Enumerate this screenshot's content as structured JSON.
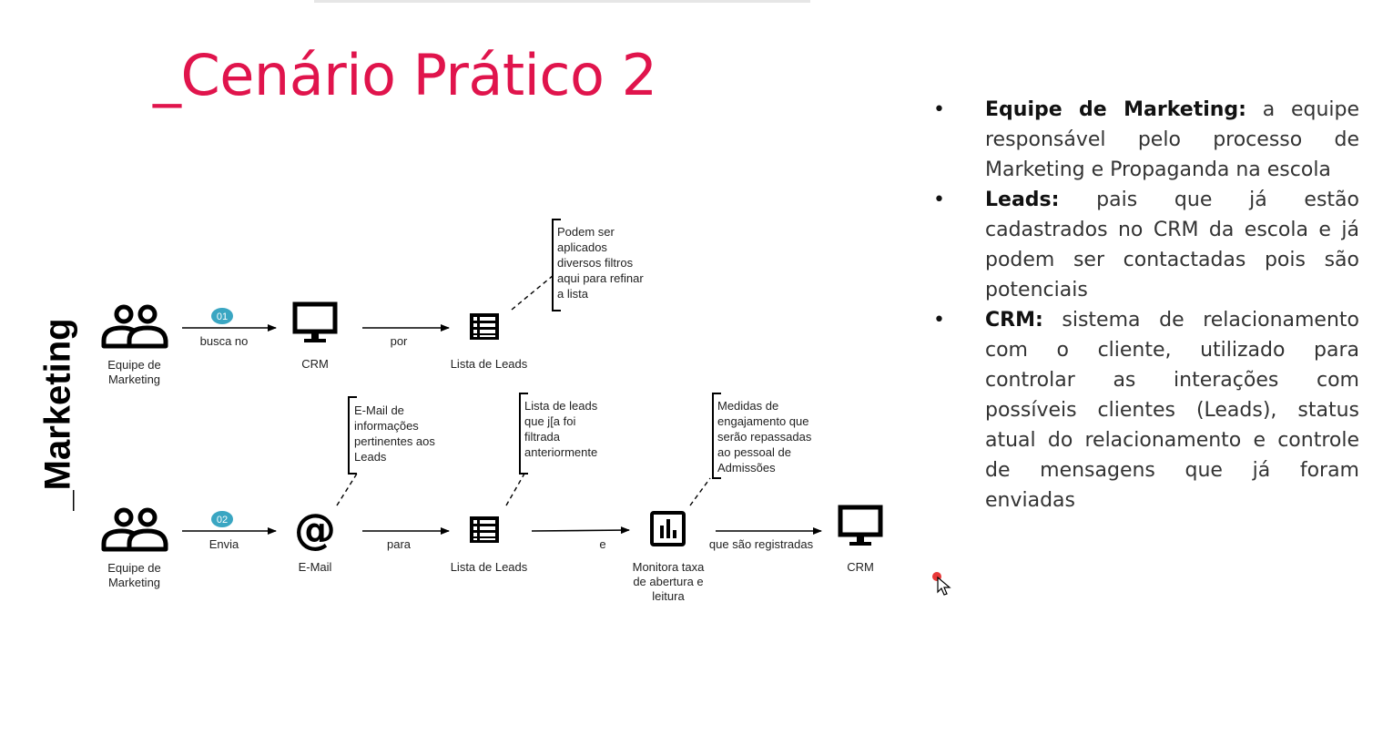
{
  "slide": {
    "title": "_Cenário Prático 2",
    "side_label": "_Marketing"
  },
  "flow1": {
    "step_badge": "01",
    "actor_label": "Equipe de\nMarketing",
    "edge1_label": "busca no",
    "crm_label": "CRM",
    "edge2_label": "por",
    "leads_label": "Lista de Leads",
    "leads_note": "Podem ser\naplicados\ndiversos filtros\naqui para refinar\na lista"
  },
  "flow2": {
    "step_badge": "02",
    "actor_label": "Equipe de\nMarketing",
    "edge1_label": "Envia",
    "email_label": "E-Mail",
    "email_note": "E-Mail de\ninformações\npertinentes aos\nLeads",
    "edge2_label": "para",
    "leads_label": "Lista de Leads",
    "leads_note": "Lista de leads\nque j[a foi\nfiltrada\nanteriormente",
    "edge3_label": "e",
    "monitor_label": "Monitora taxa\nde abertura e\nleitura",
    "monitor_note": "Medidas de\nengajamento que\nserão repassadas\nao pessoal de\nAdmissões",
    "edge4_label": "que são registradas",
    "crm_label": "CRM"
  },
  "definitions": [
    {
      "term": "Equipe de Marketing:",
      "text": " a equipe responsável pelo processo de Marketing e Propaganda na escola"
    },
    {
      "term": "Leads:",
      "text": " pais que já estão cadastrados no CRM da escola e já podem ser contactadas pois são potenciais"
    },
    {
      "term": "CRM:",
      "text": " sistema de relacionamento com o cliente, utilizado para controlar as interações com possíveis clientes (Leads), status atual do relacionamento e controle de mensagens que já foram enviadas"
    }
  ],
  "colors": {
    "title": "#e0144c",
    "badge": "#3aa6c2",
    "cursor_dot": "#e52222"
  }
}
